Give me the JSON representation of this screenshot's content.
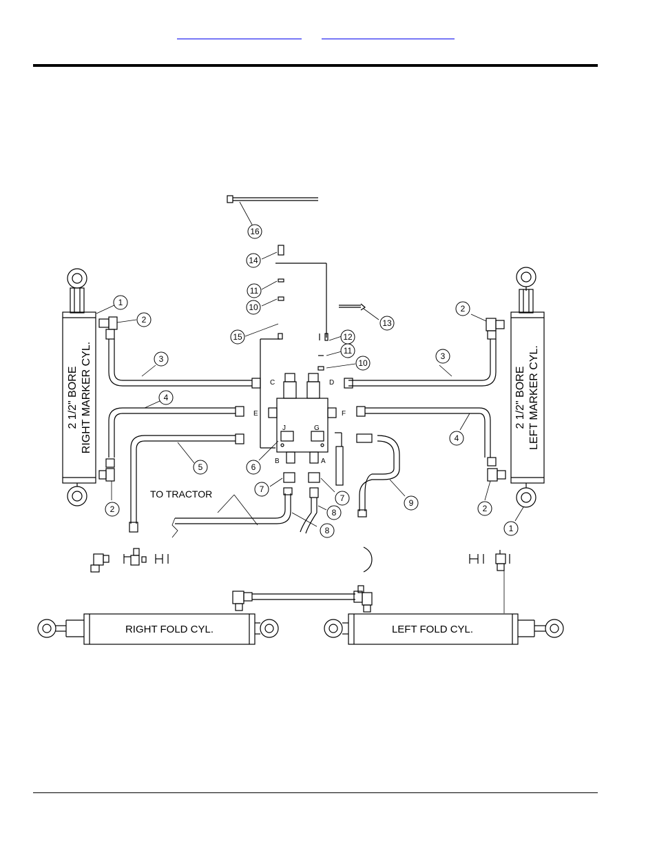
{
  "header": {
    "links": [
      {
        "name": "header-link-left"
      },
      {
        "name": "header-link-right"
      }
    ]
  },
  "diagram": {
    "labels": {
      "right_marker_bore": "2 1/2\" BORE",
      "right_marker_name": "RIGHT MARKER CYL.",
      "left_marker_bore": "2 1/2\" BORE",
      "left_marker_name": "LEFT MARKER CYL.",
      "to_tractor": "TO TRACTOR",
      "right_fold": "RIGHT FOLD CYL.",
      "left_fold": "LEFT FOLD CYL."
    },
    "ports": {
      "c": "C",
      "d": "D",
      "e": "E",
      "f": "F",
      "j": "J",
      "g": "G",
      "b": "B",
      "a": "A"
    },
    "callouts": [
      "1",
      "2",
      "3",
      "4",
      "5",
      "6",
      "7",
      "8",
      "9",
      "10",
      "11",
      "12",
      "13",
      "14",
      "15",
      "16"
    ]
  }
}
